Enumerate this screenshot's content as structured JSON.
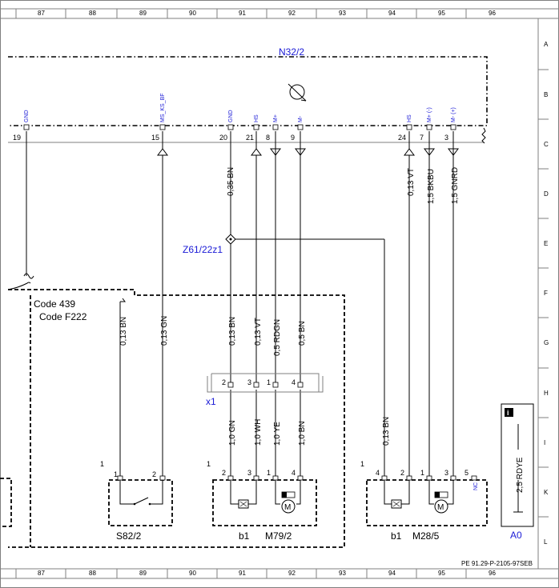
{
  "grid": {
    "columns": [
      "87",
      "88",
      "89",
      "90",
      "91",
      "92",
      "93",
      "94",
      "95",
      "96"
    ],
    "rows": [
      "A",
      "B",
      "C",
      "D",
      "E",
      "F",
      "G",
      "H",
      "I",
      "K",
      "L"
    ]
  },
  "module": {
    "name": "N32/2",
    "pins": [
      {
        "num": "19",
        "name": "GND"
      },
      {
        "num": "15",
        "name": "MS_KS_BF"
      },
      {
        "num": "20",
        "name": "GND"
      },
      {
        "num": "21",
        "name": "HS"
      },
      {
        "num": "8",
        "name": "M+"
      },
      {
        "num": "9",
        "name": "M-"
      },
      {
        "num": "24",
        "name": "HS"
      },
      {
        "num": "7",
        "name": "M+ (-)"
      },
      {
        "num": "3",
        "name": "M- (+)"
      }
    ]
  },
  "splice": "Z61/22z1",
  "code_labels": [
    "Code 439",
    "Code F222"
  ],
  "connector": {
    "name": "x1",
    "pins": [
      "2",
      "3",
      "1",
      "4"
    ]
  },
  "wires_upper": [
    "0,35 BN",
    "0,13 VT",
    "1,5 BKBU",
    "1,5 GNRD"
  ],
  "wires_mid": [
    "0,13 BN",
    "0,13 GN",
    "0,13 BN",
    "0,13 VT",
    "0,5 RDGN",
    "0,5 BN"
  ],
  "wires_lower": [
    "1,0 GN",
    "1,0 WH",
    "1,0 YE",
    "1,0 BN",
    "0,13 BN"
  ],
  "ground_wire": "2,5 RDYE",
  "components": {
    "switch": {
      "name": "S82/2",
      "ref": "1",
      "pins": [
        "1",
        "2"
      ]
    },
    "motor1": {
      "name": "M79/2",
      "sensor": "b1",
      "ref": "1",
      "pins": [
        "2",
        "3",
        "1",
        "4"
      ]
    },
    "motor2": {
      "name": "M28/5",
      "sensor": "b1",
      "ref": "1",
      "pins": [
        "4",
        "2",
        "1",
        "3",
        "5"
      ],
      "nc": "NC"
    }
  },
  "ground_point": "A0",
  "info_icon": "info-icon",
  "footer_ref": "PE 91.29-P-2105-97SEB"
}
